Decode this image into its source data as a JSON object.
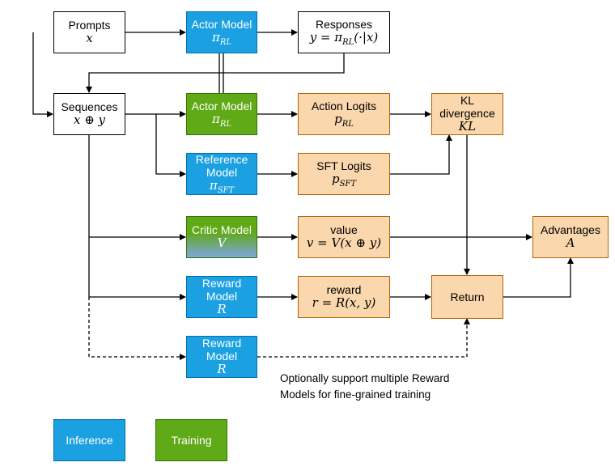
{
  "nodes": {
    "prompts": {
      "title": "Prompts",
      "math": "x"
    },
    "actor_infer": {
      "title": "Actor Model",
      "math": "πRL"
    },
    "responses": {
      "title": "Responses",
      "math": "y = πRL(·|x)"
    },
    "sequences": {
      "title": "Sequences",
      "math": "x ⊕ y"
    },
    "actor_train": {
      "title": "Actor Model",
      "math": "πRL"
    },
    "action_logits": {
      "title": "Action Logits",
      "math": "pRL"
    },
    "kl": {
      "title": "KL divergence",
      "math": "KL"
    },
    "reference": {
      "title": "Reference Model",
      "math": "πSFT"
    },
    "sft_logits": {
      "title": "SFT Logits",
      "math": "pSFT"
    },
    "critic": {
      "title": "Critic Model",
      "math": "V"
    },
    "value": {
      "title": "value",
      "math": "v = V(x ⊕ y)"
    },
    "advantages": {
      "title": "Advantages",
      "math": "A"
    },
    "reward_model": {
      "title": "Reward Model",
      "math": "R"
    },
    "reward": {
      "title": "reward",
      "math": "r = R(x, y)"
    },
    "return": {
      "title": "Return"
    },
    "reward_model_2": {
      "title": "Reward Model",
      "math": "R"
    }
  },
  "note": {
    "line1": "Optionally support multiple Reward",
    "line2": "Models for fine-grained training"
  },
  "legend": {
    "inference": "Inference",
    "training": "Training"
  },
  "colors": {
    "inference": "#1ba1e2",
    "training": "#60a917",
    "output": "#fad7ac",
    "critic_gradient_bottom": "#7ea6e0"
  }
}
